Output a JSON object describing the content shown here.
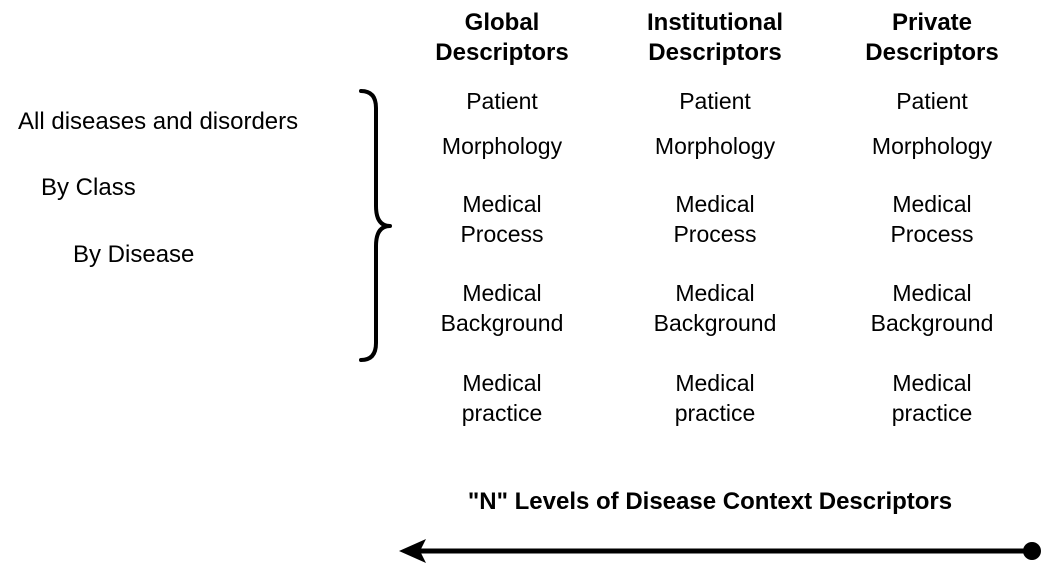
{
  "columns": [
    {
      "title_line1": "Global",
      "title_line2": "Descriptors"
    },
    {
      "title_line1": "Institutional",
      "title_line2": "Descriptors"
    },
    {
      "title_line1": "Private",
      "title_line2": "Descriptors"
    }
  ],
  "rows": [
    {
      "line1": "Patient",
      "line2": ""
    },
    {
      "line1": "Morphology",
      "line2": ""
    },
    {
      "line1": "Medical",
      "line2": "Process"
    },
    {
      "line1": "Medical",
      "line2": "Background"
    },
    {
      "line1": "Medical",
      "line2": "practice"
    }
  ],
  "scope_levels": [
    "All diseases and disorders",
    "By Class",
    "By Disease"
  ],
  "footer": {
    "title": "\"N\" Levels of Disease Context Descriptors"
  }
}
